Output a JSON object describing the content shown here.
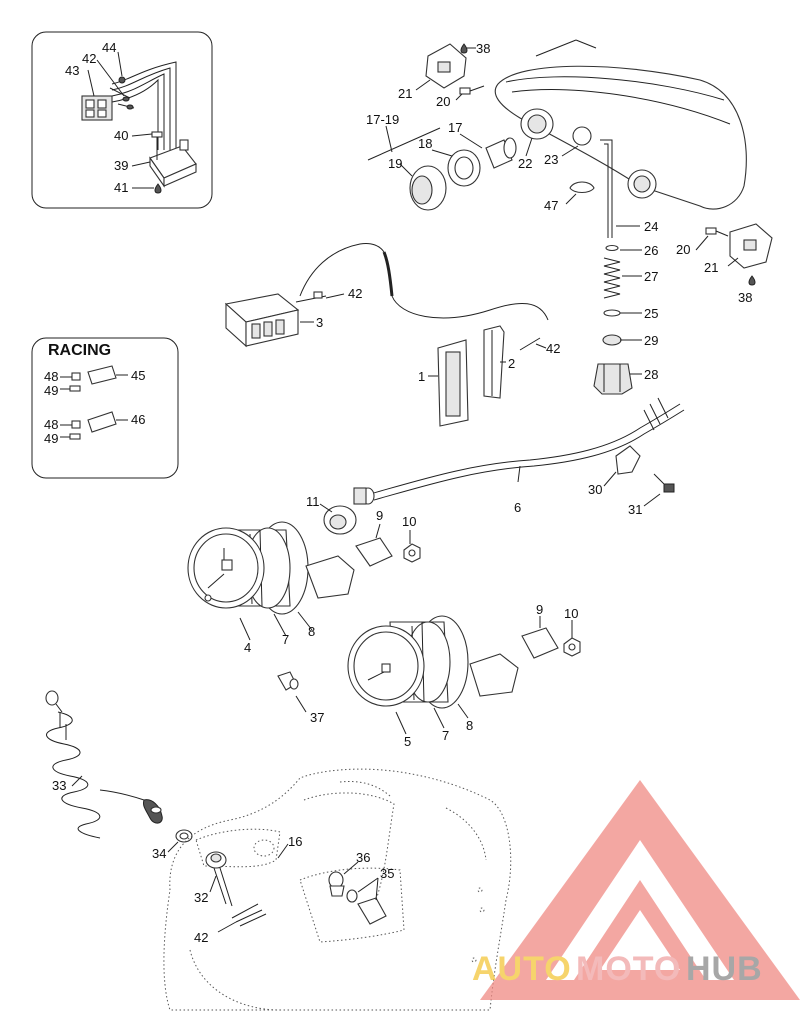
{
  "colors": {
    "line": "#222222",
    "logo_triangle": "#f08a84",
    "logo_auto": "#f3c63b",
    "logo_moto": "#f0a3a3",
    "logo_hub": "#8a8a8a"
  },
  "racing_label": "RACING",
  "logo": {
    "auto": "AUTO",
    "moto": "MOTO",
    "hub": "HUB"
  },
  "callouts": {
    "c44": "44",
    "c42a": "42",
    "c43": "43",
    "c40": "40",
    "c39": "39",
    "c41": "41",
    "c38a": "38",
    "c21a": "21",
    "c20a": "20",
    "c1719": "17-19",
    "c17": "17",
    "c18": "18",
    "c19": "19",
    "c22": "22",
    "c23": "23",
    "c47": "47",
    "c24": "24",
    "c20b": "20",
    "c26": "26",
    "c21b": "21",
    "c27": "27",
    "c38b": "38",
    "c25": "25",
    "c29": "29",
    "c28": "28",
    "c42b": "42",
    "c3": "3",
    "c42c": "42",
    "c1": "1",
    "c2": "2",
    "c45": "45",
    "c48a": "48",
    "c49a": "49",
    "c46": "46",
    "c48b": "48",
    "c49b": "49",
    "c6": "6",
    "c30": "30",
    "c31": "31",
    "c11": "11",
    "c9a": "9",
    "c10a": "10",
    "c4": "4",
    "c7a": "7",
    "c8a": "8",
    "c9b": "9",
    "c10b": "10",
    "c37": "37",
    "c5": "5",
    "c7b": "7",
    "c8b": "8",
    "c33": "33",
    "c16": "16",
    "c34": "34",
    "c36": "36",
    "c35": "35",
    "c32": "32",
    "c42d": "42"
  }
}
